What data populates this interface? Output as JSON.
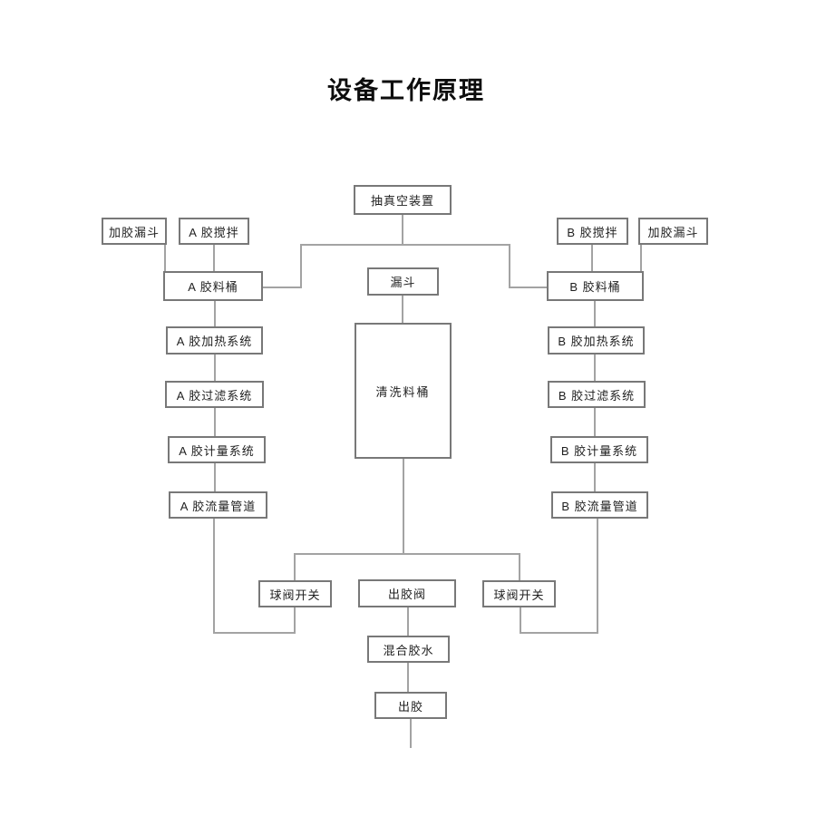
{
  "title": "设备工作原理",
  "nodes": {
    "vacuum": "抽真空装置",
    "funnel_left": "加胶漏斗",
    "stir_a": "A 胶搅拌",
    "barrel_a": "A 胶料桶",
    "heat_a": "A 胶加热系统",
    "filter_a": "A 胶过滤系统",
    "meter_a": "A 胶计量系统",
    "flow_a": "A 胶流量管道",
    "hopper": "漏斗",
    "wash_tank": "清洗料桶",
    "stir_b": "B 胶搅拌",
    "funnel_right": "加胶漏斗",
    "barrel_b": "B 胶料桶",
    "heat_b": "B 胶加热系统",
    "filter_b": "B 胶过滤系统",
    "meter_b": "B 胶计量系统",
    "flow_b": "B 胶流量管道",
    "ball_valve_left": "球阀开关",
    "out_valve": "出胶阀",
    "ball_valve_right": "球阀开关",
    "mixed_glue": "混合胶水",
    "glue_out": "出胶"
  },
  "colors": {
    "background": "#ffffff",
    "connector_line": "#a3a3a3",
    "box_border": "#787878",
    "box_text": "#1f1f1f",
    "title_text": "#0d0d0d"
  }
}
